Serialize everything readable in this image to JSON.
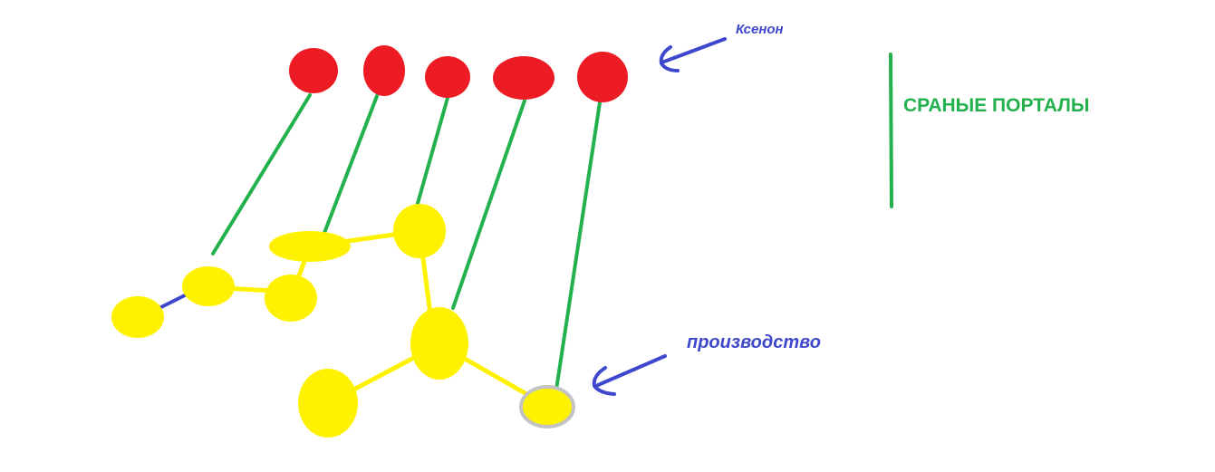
{
  "labels": {
    "xenon": "Ксенон",
    "production": "производство",
    "portals": "СРАНЫЕ ПОРТАЛЫ"
  },
  "colors": {
    "red_node": "#ed1c24",
    "yellow_node": "#fff200",
    "portal_line": "#22b14c",
    "annotation": "#3f48cc",
    "highlight_ring": "#c3c3c3"
  }
}
